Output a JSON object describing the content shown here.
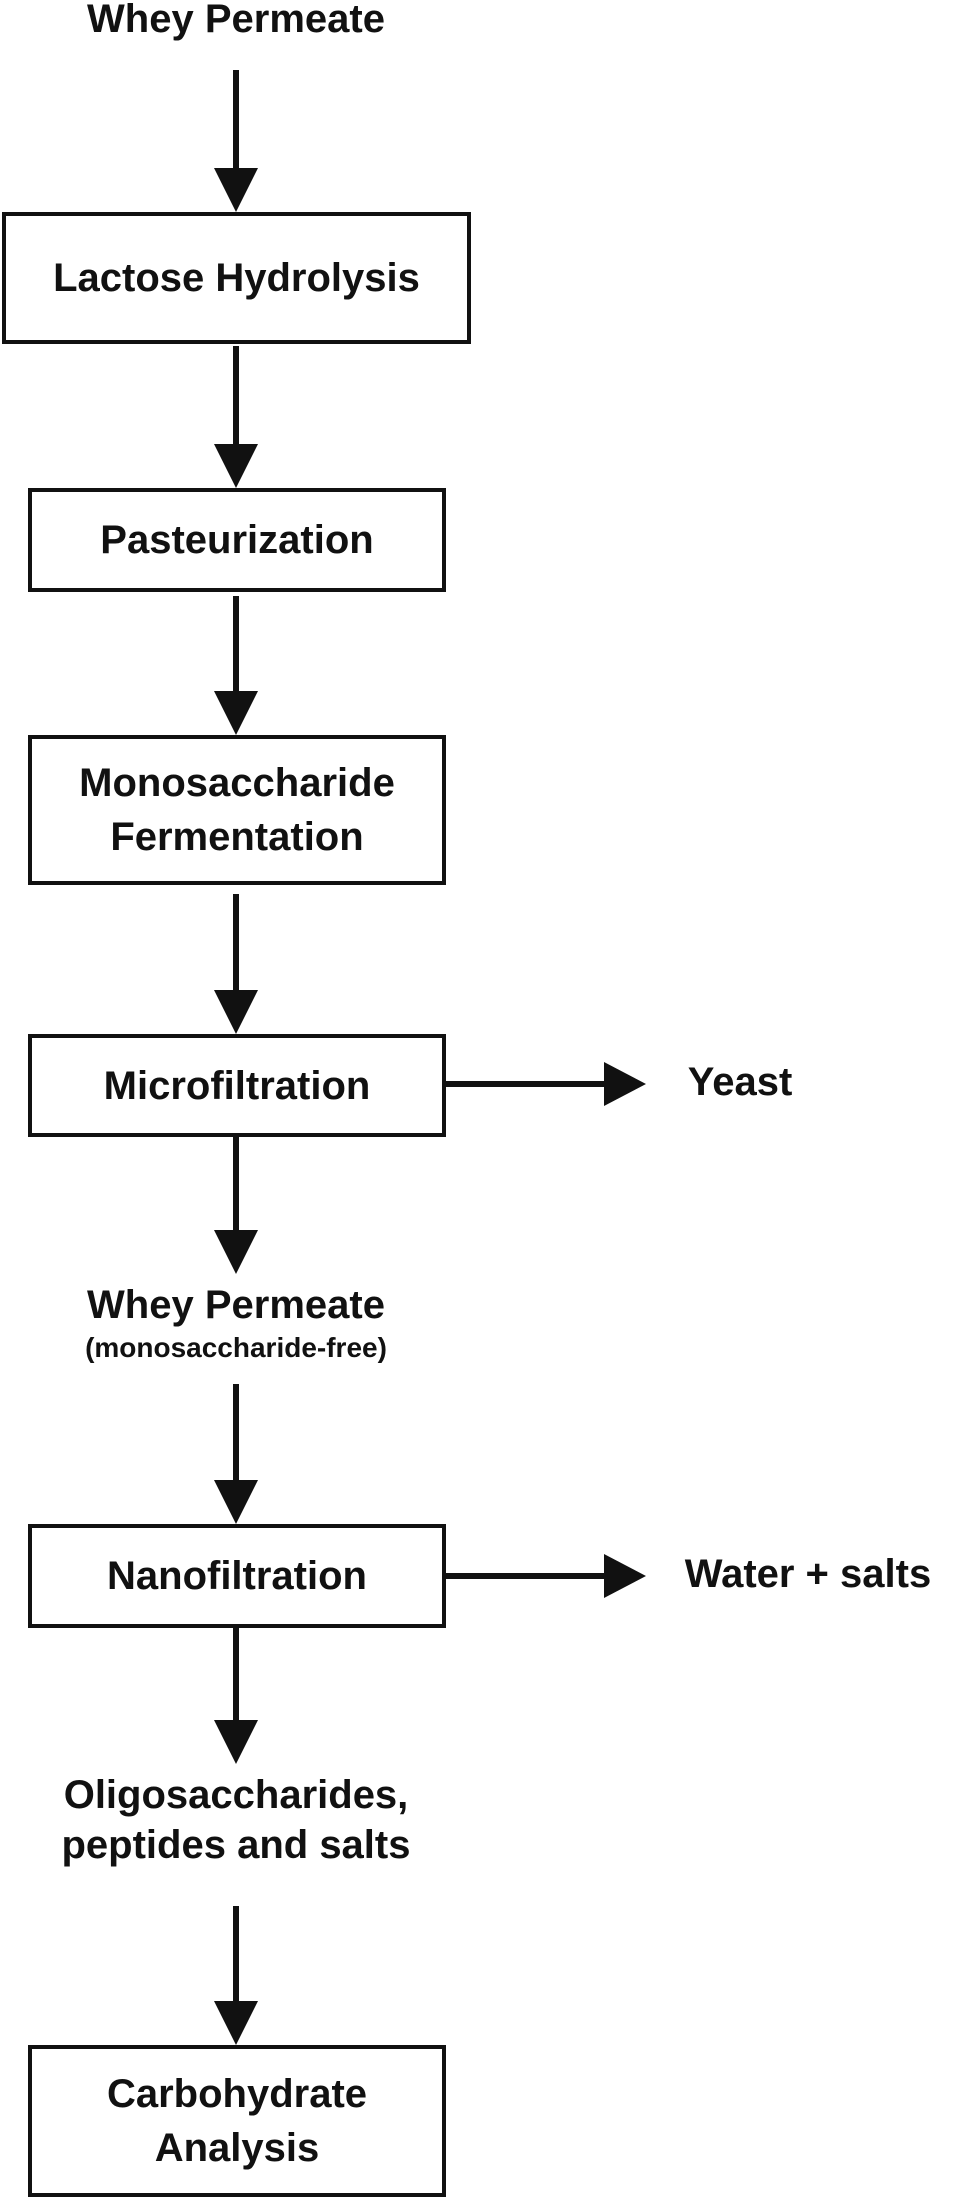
{
  "diagram": {
    "input": "Whey Permeate",
    "steps": {
      "lactose_hydrolysis": "Lactose Hydrolysis",
      "pasteurization": "Pasteurization",
      "fermentation_line1": "Monosaccharide",
      "fermentation_line2": "Fermentation",
      "microfiltration": "Microfiltration",
      "nanofiltration": "Nanofiltration",
      "analysis_line1": "Carbohydrate",
      "analysis_line2": "Analysis"
    },
    "intermediates": {
      "permeate_title": "Whey Permeate",
      "permeate_note": "(monosaccharide-free)",
      "retentate_line1": "Oligosaccharides,",
      "retentate_line2": "peptides and salts"
    },
    "side_outputs": {
      "yeast": "Yeast",
      "water_salts": "Water + salts"
    },
    "colors": {
      "ink": "#111111",
      "background": "#ffffff"
    }
  }
}
